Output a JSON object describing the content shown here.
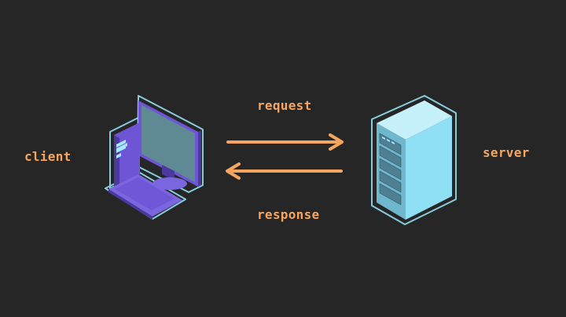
{
  "labels": {
    "client": "client",
    "request": "request",
    "response": "response",
    "server": "server"
  },
  "colors": {
    "background": "#262627",
    "accent": "#f5a55f",
    "computer_purple": "#6d55d6",
    "screen": "#5f8a93",
    "server_light": "#9fe4f6",
    "server_dark": "#4f7f92",
    "outline": "#93dff1"
  },
  "icons": [
    "computer-icon",
    "server-icon",
    "arrow-right-icon",
    "arrow-left-icon"
  ]
}
